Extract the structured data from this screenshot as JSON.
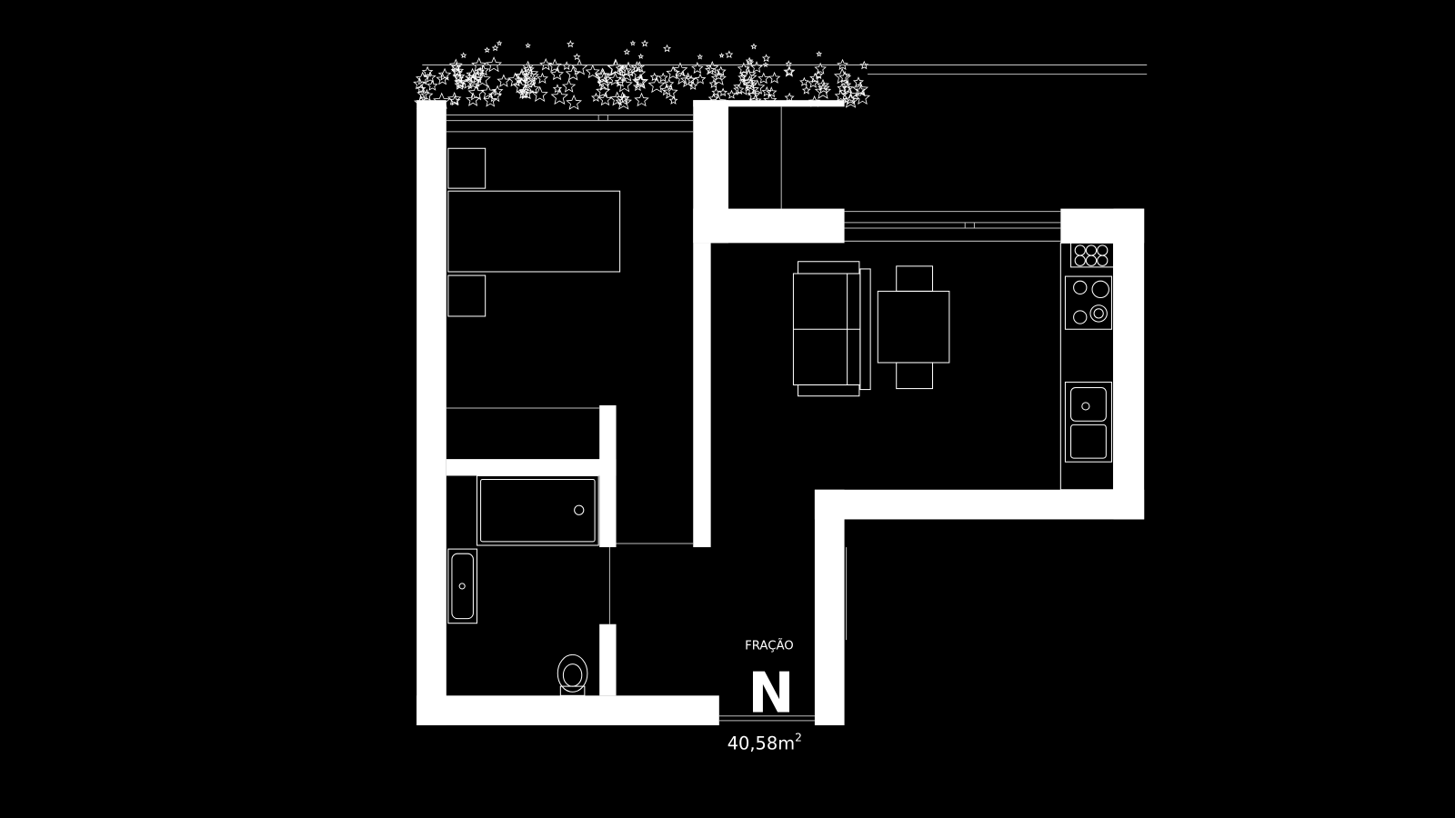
{
  "plan": {
    "unit_label_small": "FRAÇÃO",
    "unit_letter": "N",
    "area_value": "40,58m",
    "area_unit_exponent": "2"
  },
  "colors": {
    "background": "#000000",
    "walls": "#ffffff",
    "lines": "#ffffff"
  }
}
